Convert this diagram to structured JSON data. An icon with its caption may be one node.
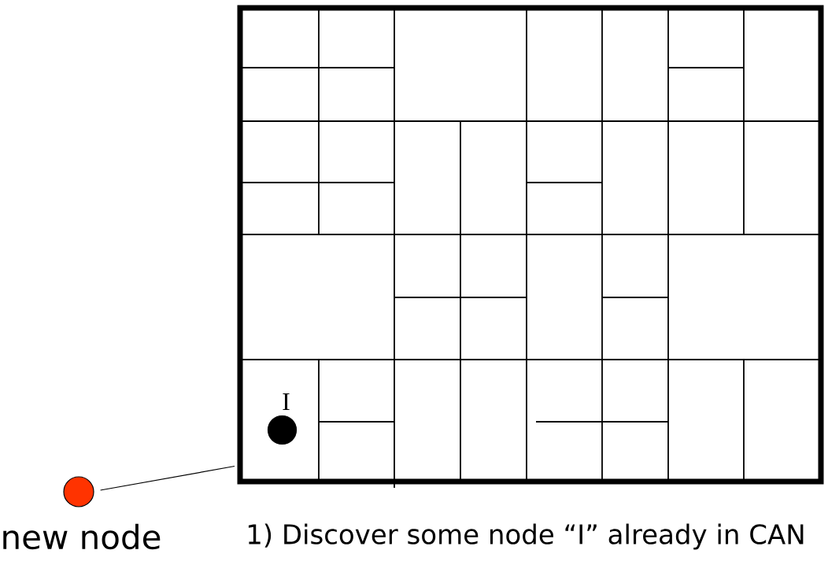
{
  "diagram": {
    "nodes": [
      {
        "text": [],
        "shape": "box"
      },
      {
        "text": [],
        "shape": "circle",
        "in": 0,
        "beside": [
          "I"
        ]
      },
      {
        "text": [],
        "shape": "circle",
        "beside": [
          "new node"
        ]
      }
    ],
    "edges": [
      {
        "from": 2,
        "to": 0,
        "arrow": "none"
      }
    ],
    "labels": [
      "1) Discover some node “I” already in CAN"
    ]
  }
}
